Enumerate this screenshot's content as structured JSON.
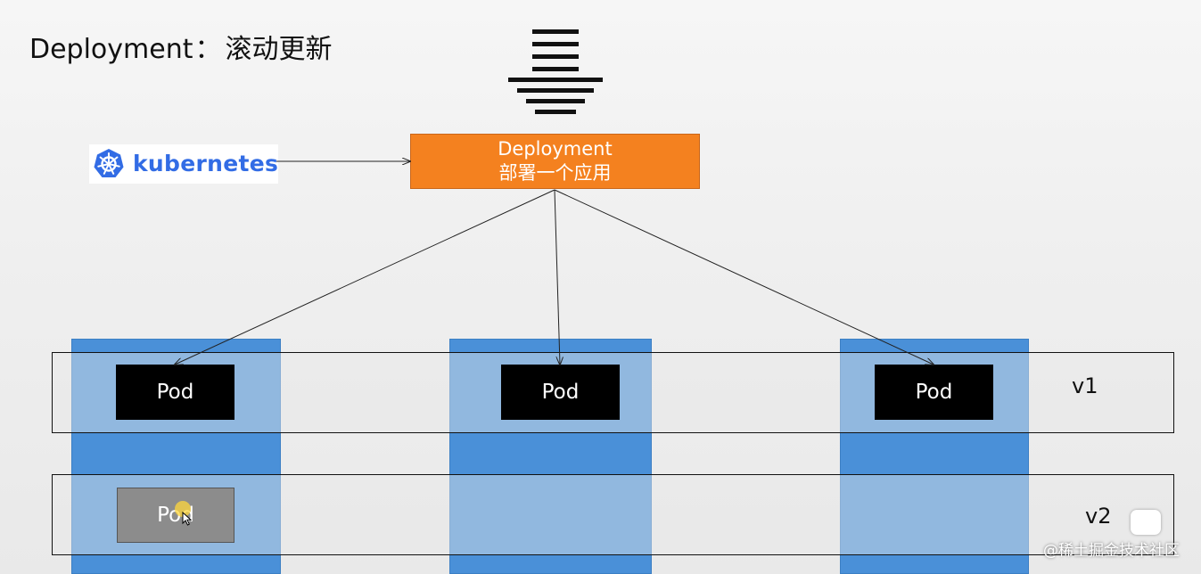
{
  "slide": {
    "title_prefix": "Deployment",
    "title_sep": "：",
    "title_suffix": "滚动更新"
  },
  "kubernetes_logo": {
    "text": "kubernetes",
    "color": "#326ce5"
  },
  "deployment_box": {
    "line1": "Deployment",
    "line2": "部署一个应用",
    "color": "#f4811f"
  },
  "bands": [
    {
      "label": "v1"
    },
    {
      "label": "v2"
    }
  ],
  "pods": [
    {
      "label": "Pod",
      "version": "v1",
      "node": 1
    },
    {
      "label": "Pod",
      "version": "v1",
      "node": 2
    },
    {
      "label": "Pod",
      "version": "v1",
      "node": 3
    },
    {
      "label": "Pod",
      "version": "v2",
      "node": 1,
      "state": "pending"
    }
  ],
  "node_color": "#4a90d8",
  "watermark": "@稀土掘金技术社区"
}
